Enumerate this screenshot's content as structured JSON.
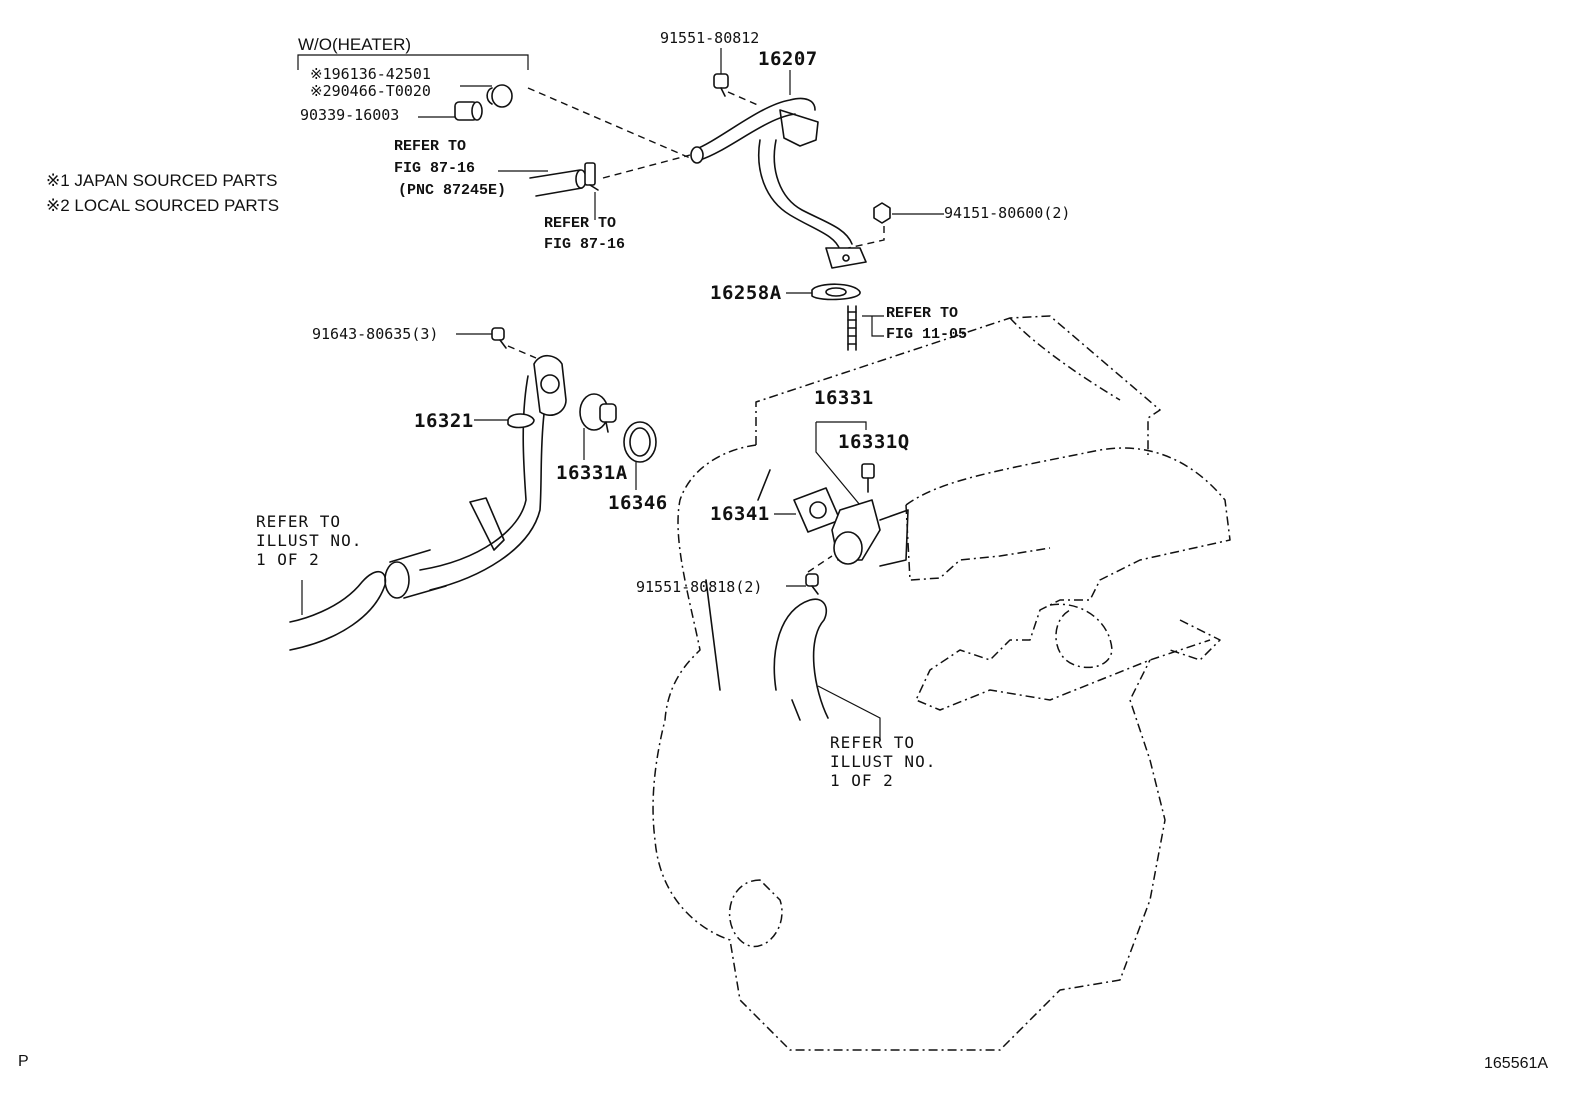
{
  "header": {
    "wo_heater": "W/O(HEATER)",
    "note_1": "※1 JAPAN SOURCED PARTS",
    "note_2": "※2 LOCAL SOURCED PARTS"
  },
  "parts": {
    "p_196136": "※196136-42501",
    "p_290466": "※290466-T0020",
    "p_90339": "90339-16003",
    "p_91551_80812": "91551-80812",
    "p_16207": "16207",
    "p_94151": "94151-80600(2)",
    "p_16258a": "16258A",
    "p_91643": "91643-80635(3)",
    "p_16321": "16321",
    "p_16331a": "16331A",
    "p_16346": "16346",
    "p_16331": "16331",
    "p_16331q": "16331Q",
    "p_16341": "16341",
    "p_91551_80818": "91551-80818(2)"
  },
  "refs": {
    "ref_87_16_a": [
      "REFER TO",
      "FIG 87-16",
      "(PNC 87245E)"
    ],
    "ref_87_16_b": [
      "REFER TO",
      "FIG 87-16"
    ],
    "ref_11_05": [
      "REFER TO",
      "FIG 11-05"
    ],
    "ref_illust_left": [
      "REFER TO",
      "ILLUST NO.",
      "1 OF 2"
    ],
    "ref_illust_bottom": [
      "REFER TO",
      "ILLUST NO.",
      "1 OF 2"
    ]
  },
  "footer": {
    "corner_left": "P",
    "illustration_id": "165561A"
  }
}
